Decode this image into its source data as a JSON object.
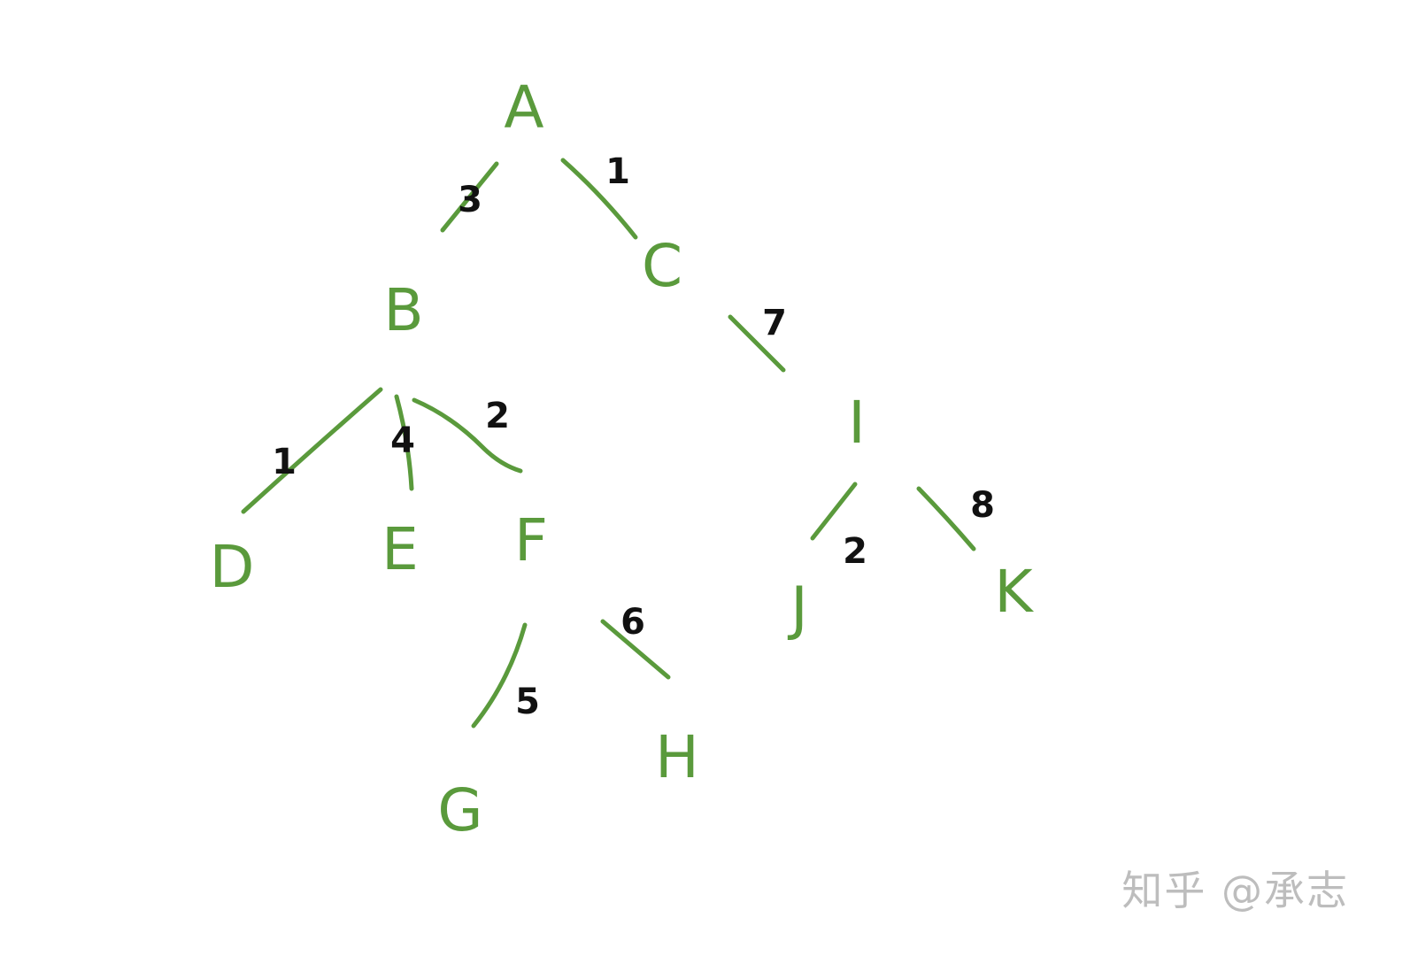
{
  "diagram": {
    "nodes": [
      {
        "id": "A",
        "label": "A"
      },
      {
        "id": "B",
        "label": "B"
      },
      {
        "id": "C",
        "label": "C"
      },
      {
        "id": "D",
        "label": "D"
      },
      {
        "id": "E",
        "label": "E"
      },
      {
        "id": "F",
        "label": "F"
      },
      {
        "id": "G",
        "label": "G"
      },
      {
        "id": "H",
        "label": "H"
      },
      {
        "id": "I",
        "label": "I"
      },
      {
        "id": "J",
        "label": "J"
      },
      {
        "id": "K",
        "label": "K"
      }
    ],
    "edges": [
      {
        "from": "A",
        "to": "B",
        "weight": "3"
      },
      {
        "from": "A",
        "to": "C",
        "weight": "1"
      },
      {
        "from": "C",
        "to": "I",
        "weight": "7"
      },
      {
        "from": "B",
        "to": "D",
        "weight": "1"
      },
      {
        "from": "B",
        "to": "E",
        "weight": "4"
      },
      {
        "from": "B",
        "to": "F",
        "weight": "2"
      },
      {
        "from": "F",
        "to": "G",
        "weight": "5"
      },
      {
        "from": "F",
        "to": "H",
        "weight": "6"
      },
      {
        "from": "I",
        "to": "J",
        "weight": "2"
      },
      {
        "from": "I",
        "to": "K",
        "weight": "8"
      }
    ],
    "colors": {
      "node": "#5a9a3c",
      "edge": "#5a9a3c",
      "weight": "#111111",
      "watermark": "#bdbdbd"
    }
  },
  "watermark": {
    "text": "知乎 @承志"
  }
}
